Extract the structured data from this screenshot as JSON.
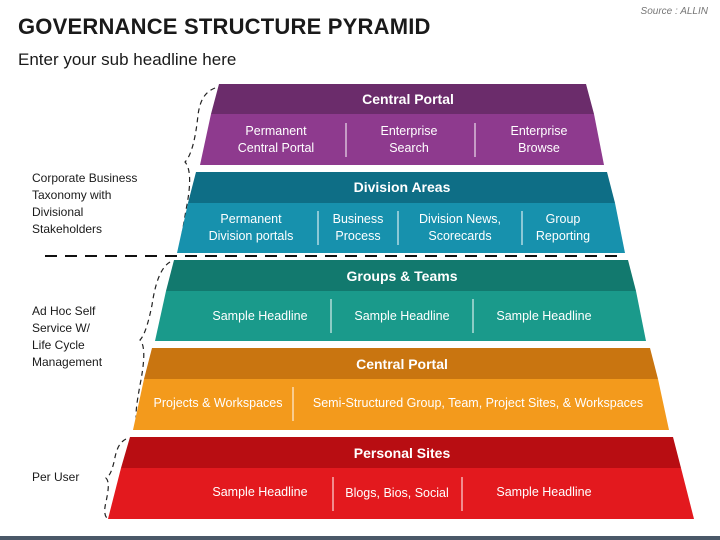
{
  "title": "GOVERNANCE STRUCTURE PYRAMID",
  "subtitle": "Enter your sub headline here",
  "source": "Source : ALLIN",
  "side_labels": {
    "top": [
      "Corporate Business",
      "Taxonomy with",
      "Divisional",
      "Stakeholders"
    ],
    "middle": [
      "Ad Hoc Self",
      "Service W/",
      "Life Cycle",
      "Management"
    ],
    "bottom": [
      "Per User"
    ]
  },
  "tiers": [
    {
      "header": "Central Portal",
      "header_color": "#6b2c6b",
      "body_color": "#8e3a8e",
      "cells": [
        [
          "Permanent",
          "Central Portal"
        ],
        [
          "Enterprise",
          "Search"
        ],
        [
          "Enterprise",
          "Browse"
        ]
      ]
    },
    {
      "header": "Division Areas",
      "header_color": "#0e6e86",
      "body_color": "#1791ad",
      "cells": [
        [
          "Permanent",
          "Division portals"
        ],
        [
          "Business",
          "Process"
        ],
        [
          "Division News,",
          "Scorecards"
        ],
        [
          "Group",
          "Reporting"
        ]
      ]
    },
    {
      "header": "Groups & Teams",
      "header_color": "#12796e",
      "body_color": "#1a9a8b",
      "cells": [
        [
          "Sample Headline"
        ],
        [
          "Sample Headline"
        ],
        [
          "Sample Headline"
        ]
      ]
    },
    {
      "header": "Central Portal",
      "header_color": "#c97510",
      "body_color": "#f39a1c",
      "cells": [
        [
          "Projects & Workspaces"
        ],
        [
          "Semi-Structured Group, Team, Project Sites,  & Workspaces"
        ]
      ]
    },
    {
      "header": "Personal Sites",
      "header_color": "#b80d12",
      "body_color": "#e3191e",
      "cells": [
        [
          "Sample Headline"
        ],
        [
          "Blogs, Bios, Social"
        ],
        [
          "Sample Headline"
        ]
      ]
    }
  ]
}
